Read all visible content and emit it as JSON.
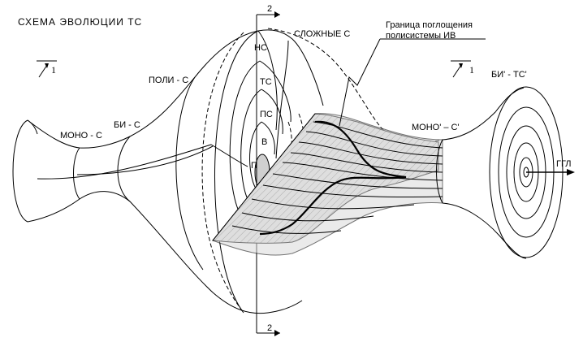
{
  "diagram": {
    "title": "СХЕМА ЭВОЛЮЦИИ ТС",
    "section_marker_top": "2",
    "section_marker_bottom": "2",
    "view_marker_left": "1",
    "view_marker_right": "1",
    "labels": {
      "complex": "СЛОЖНЫЕ С",
      "boundary_line1": "Граница поглощения",
      "boundary_line2": "полисистемы ИВ",
      "mono": "МОНО - С",
      "bi": "БИ - С",
      "poly": "ПОЛИ - С",
      "ns": "НС",
      "ts": "ТС",
      "ps": "ПС",
      "v": "В",
      "p": "П",
      "mono_prime": "МОНО' – С'",
      "bi_prime": "БИ' - ТС'",
      "ggl": "ГГЛ"
    }
  }
}
